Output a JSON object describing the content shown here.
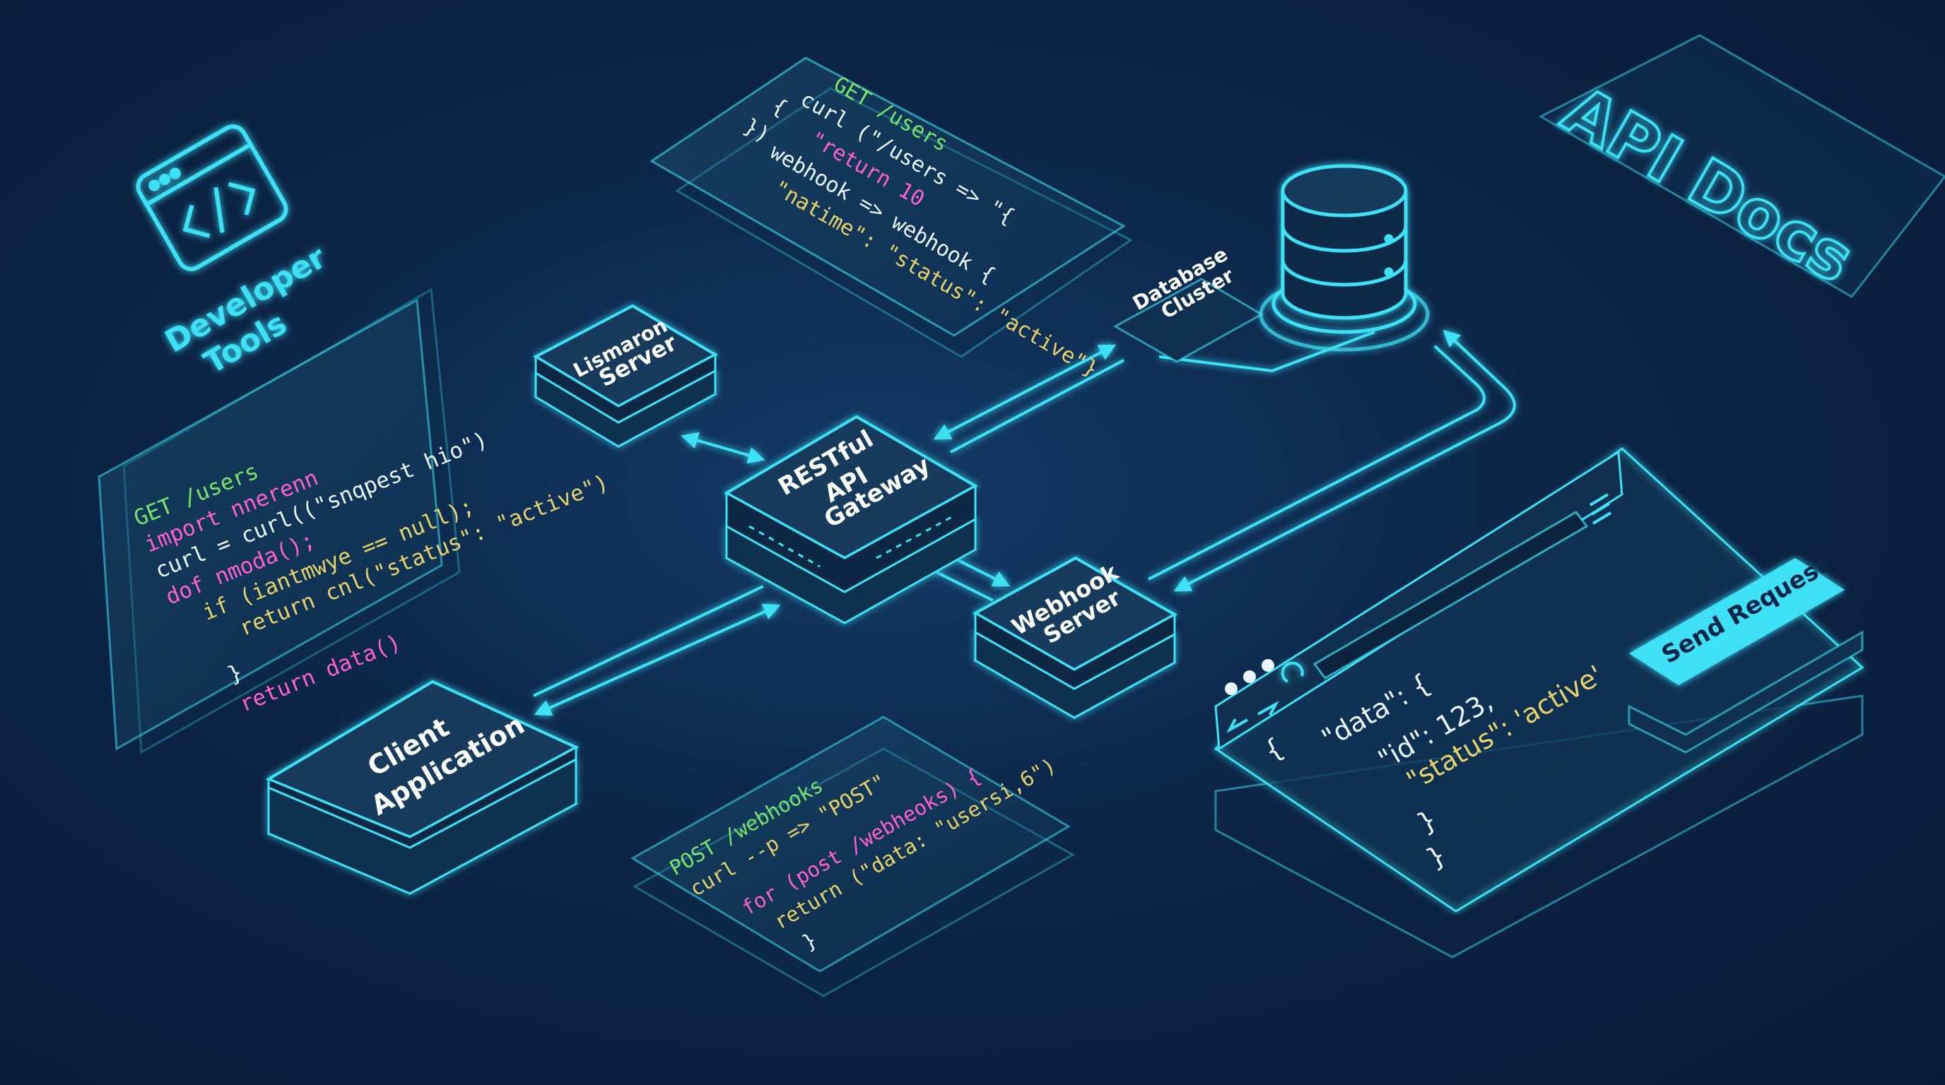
{
  "colors": {
    "background": "#0b2547",
    "accent": "#3ee0f5",
    "button": "#3ee0f5",
    "code_keyword": "#ff5fd0",
    "code_string": "#e8d06a",
    "code_green": "#7be36a",
    "code_text": "#e8f4ff"
  },
  "brand": {
    "developer_tools_line1": "Developer",
    "developer_tools_line2": "Tools",
    "developer_icon": "code-window-icon",
    "api_docs": "API Docs"
  },
  "nodes": {
    "auth_server_line1": "Lismaron",
    "auth_server_line2": "Server",
    "gateway_line1": "RESTful",
    "gateway_line2": "API",
    "gateway_line3": "Gateway",
    "webhook_line1": "Webhook",
    "webhook_line2": "Server",
    "client_line1": "Client",
    "client_line2": "Application",
    "database_line1": "Database",
    "database_line2": "Cluster",
    "database_icon": "database-cylinder-icon"
  },
  "code_top": {
    "line1": "GET /users",
    "line2": "curl (\"/users => \"{",
    "line3": "\"return 10",
    "line4": "webhook => webhook {",
    "line5": "\"natime\": \"status\": \"active\"}",
    "brace1": "{",
    "brace2": "})"
  },
  "code_left": {
    "line1": "GET /users",
    "line2": "import nnerenn",
    "line3": "curl = curl((\"snqpest hio\")",
    "line4": "dof nmoda();",
    "line5": "if (iantmwye == null);",
    "line6": "return cnl(\"status\": \"active\")",
    "line7": "}",
    "line8": "return data()"
  },
  "code_bottom": {
    "line1": "POST /webhooks",
    "line2": "curl --p => \"POST\"",
    "line3": "for (post /webheoks) {",
    "line4": "return (\"data: \"usersi,6\")",
    "line5": "}"
  },
  "browser": {
    "back_icon": "arrow-left-icon",
    "forward_icon": "arrow-right-icon",
    "reload_icon": "reload-icon",
    "menu_icon": "hamburger-menu-icon",
    "send_button": "Send Request",
    "json_line1": "{",
    "json_line2": "\"data\": {",
    "json_line3": "\"id\": 123,",
    "json_line4": "\"status\": 'active'",
    "json_line5": "}",
    "json_line6": "}"
  }
}
